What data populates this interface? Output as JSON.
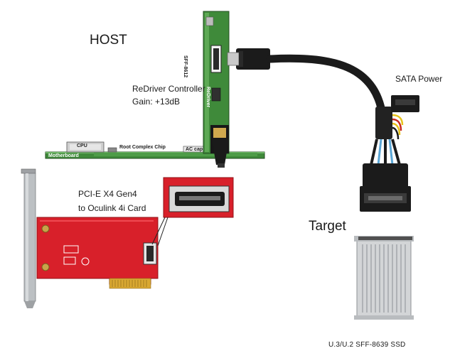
{
  "labels": {
    "host": "HOST",
    "redriver_line1": "ReDriver Controller",
    "redriver_line2": "Gain: +13dB",
    "sata_power": "SATA Power",
    "pcie_line1": "PCI-E X4 Gen4",
    "pcie_line2": "to Oculink 4i Card",
    "target": "Target",
    "ssd": "U.3/U.2 SFF-8639 SSD",
    "cpu": "CPU",
    "root_complex": "Root Complex Chip",
    "motherboard": "Motherboard",
    "ac_cap": "AC cap",
    "sff_8612": "SFF-8612",
    "redriver_chip": "ReDriver"
  },
  "colors": {
    "pcb_green": "#3f8a3a",
    "pcb_red": "#d8202a",
    "cable_black": "#1b1b1b",
    "connector_silver": "#c9c9c9",
    "wire_yellow": "#e6c21a",
    "wire_red": "#c8281e",
    "wire_blue": "#5aa6d6",
    "ssd_silver": "#d3d5d7",
    "bracket_gray": "#9ea1a4"
  }
}
